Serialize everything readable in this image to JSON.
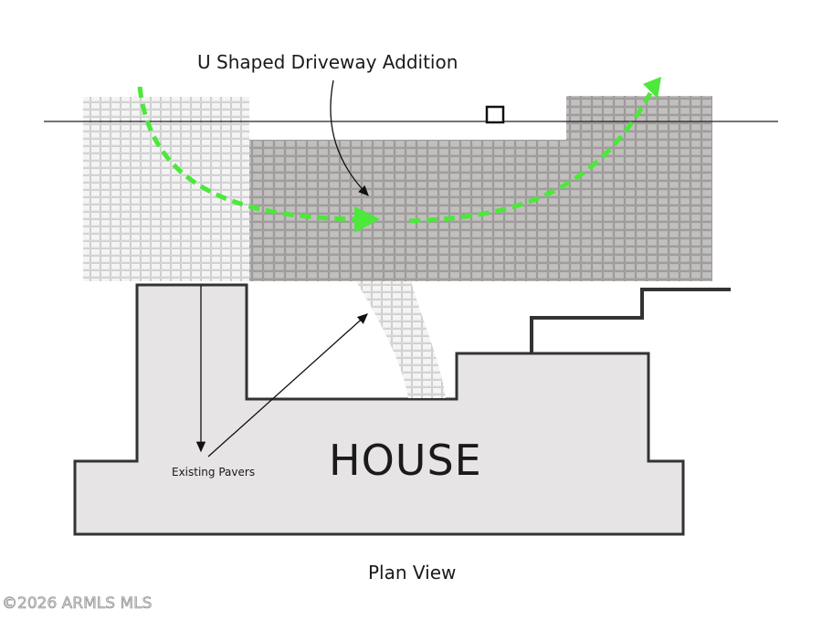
{
  "labels": {
    "title": "U Shaped Driveway Addition",
    "existing_pavers": "Existing Pavers",
    "house": "HOUSE",
    "caption": "Plan View",
    "watermark": "©2026 ARMLS MLS"
  },
  "colors": {
    "house_fill": "#e6e4e5",
    "outline": "#333333",
    "existing_pavers": "#e8e8e8",
    "new_pavers": "#b3b0b0",
    "arrow_green": "#4ce83a"
  }
}
